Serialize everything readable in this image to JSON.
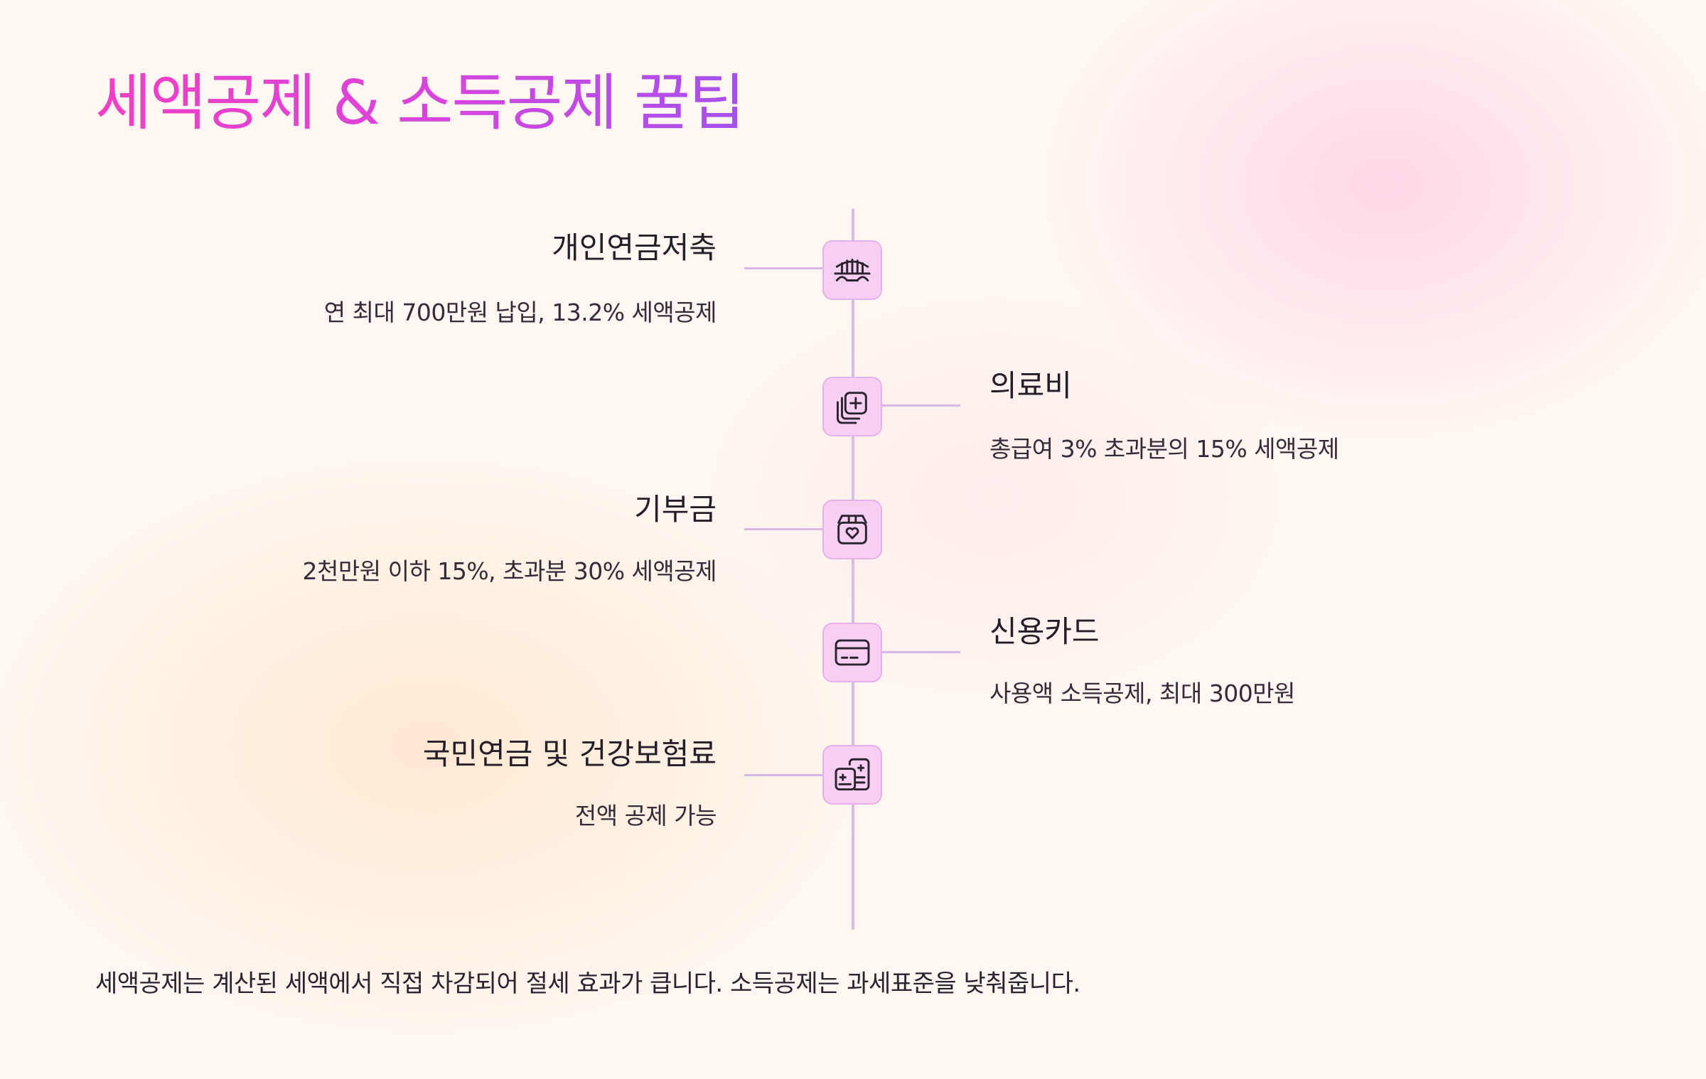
{
  "title": "세액공제 & 소득공제 꿀팁",
  "items": [
    {
      "title": "개인연금저축",
      "desc": "연 최대 700만원 납입, 13.2% 세액공제",
      "icon": "piggy-bank-icon"
    },
    {
      "title": "의료비",
      "desc": "총급여 3% 초과분의 15% 세액공제",
      "icon": "medical-cross-icon"
    },
    {
      "title": "기부금",
      "desc": "2천만원 이하 15%, 초과분 30% 세액공제",
      "icon": "donation-box-icon"
    },
    {
      "title": "신용카드",
      "desc": "사용액 소득공제, 최대 300만원",
      "icon": "credit-card-icon"
    },
    {
      "title": "국민연금 및 건강보험료",
      "desc": "전액 공제 가능",
      "icon": "insurance-card-icon"
    }
  ],
  "footer": "세액공제는 계산된 세액에서 직접 차감되어 절세 효과가 큽니다. 소득공제는 과세표준을 낮춰줍니다.",
  "colors": {
    "title_gradient_start": "#f23fc4",
    "title_gradient_end": "#a551ec",
    "node_fill": "#f7cff3",
    "line": "#d9bde3"
  }
}
